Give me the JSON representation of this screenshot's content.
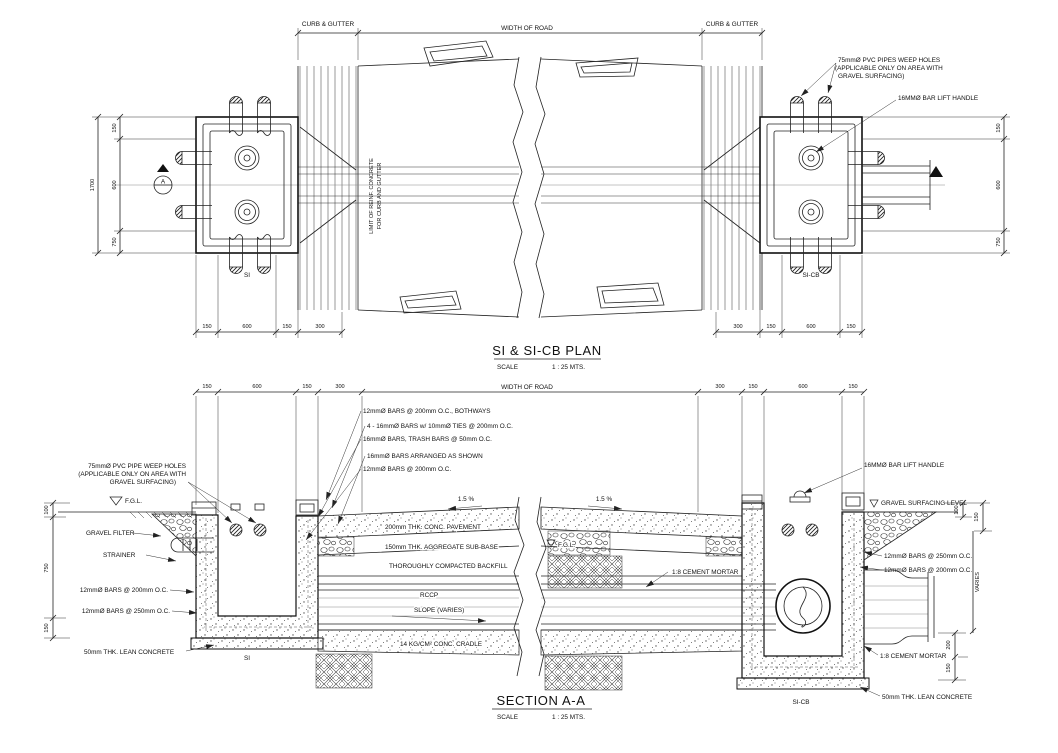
{
  "plan": {
    "title": "SI & SI-CB PLAN",
    "scale_label": "SCALE",
    "scale_value": "1 : 25 MTS.",
    "curb_gutter_left": "CURB & GUTTER",
    "curb_gutter_right": "CURB & GUTTER",
    "width_of_road": "WIDTH OF ROAD",
    "weep_note_1": "75mmØ PVC PIPES WEEP HOLES",
    "weep_note_2": "(APPLICABLE ONLY ON AREA WITH",
    "weep_note_3": "GRAVEL SURFACING)",
    "lift_handle": "16MMØ BAR LIFT HANDLE",
    "limit_note_1": "LIMIT OF REINF. CONCRETE",
    "limit_note_2": "FOR CURB AND GUTTER",
    "section_letter": "A",
    "label_si": "SI",
    "label_si_cb": "SI-CB",
    "dim_total_left": "1700",
    "dims_left": [
      "150",
      "600",
      "750"
    ],
    "dims_right": [
      "150",
      "600",
      "750"
    ],
    "dims_bottom_left": [
      "150",
      "600",
      "150",
      "300"
    ],
    "dims_bottom_right": [
      "300",
      "150",
      "600",
      "150"
    ]
  },
  "section": {
    "title": "SECTION A-A",
    "scale_label": "SCALE",
    "scale_value": "1 : 25 MTS.",
    "width_of_road": "WIDTH OF ROAD",
    "dims_top_left": [
      "150",
      "600",
      "150",
      "300"
    ],
    "dims_top_right": [
      "300",
      "150",
      "600",
      "150"
    ],
    "callouts": [
      "12mmØ BARS @ 200mm O.C., BOTHWAYS",
      "4 - 16mmØ BARS w/ 10mmØ TIES @ 200mm O.C.",
      "16mmØ BARS, TRASH BARS @ 50mm O.C.",
      "16mmØ BARS ARRANGED AS SHOWN",
      "12mmØ BARS @ 200mm O.C."
    ],
    "weep_note_1": "75mmØ PVC PIPE WEEP HOLES",
    "weep_note_2": "(APPLICABLE ONLY ON AREA WITH",
    "weep_note_3": "GRAVEL SURFACING)",
    "fgl_left": "F.G.L.",
    "fgl_center": "F.G.L.",
    "gravel_filter": "GRAVEL FILTER",
    "strainer": "STRAINER",
    "slope_left": "1.5 %",
    "slope_right": "1.5 %",
    "pavement": "200mm THK. CONC. PAVEMENT",
    "subbase": "150mm THK. AGGREGATE SUB-BASE",
    "backfill": "THOROUGHLY COMPACTED BACKFILL",
    "rccp": "RCCP",
    "slope_varies": "SLOPE (VARIES)",
    "cradle": "14 KG/CM² CONC. CRADLE",
    "mortar_center": "1:8 CEMENT MORTAR",
    "mortar_right": "1:8 CEMENT MORTAR",
    "lift_handle": "16MMØ BAR LIFT HANDLE",
    "gravel_level": "GRAVEL SURFACING LEVEL",
    "bars_left_1": "12mmØ BARS @ 200mm O.C.",
    "bars_left_2": "12mmØ BARS @ 250mm O.C.",
    "bars_right_1": "12mmØ BARS @ 250mm O.C.",
    "bars_right_2": "12mmØ BARS @ 200mm O.C.",
    "lean_left": "50mm THK. LEAN CONCRETE",
    "lean_right": "50mm THK. LEAN CONCRETE",
    "label_si": "SI",
    "label_si_cb": "SI-CB",
    "dims_left": [
      "100",
      "750",
      "150"
    ],
    "dims_right_top": [
      "100",
      "150"
    ],
    "dim_varies": "VARIES",
    "dims_right_bottom": [
      "200",
      "150"
    ]
  }
}
